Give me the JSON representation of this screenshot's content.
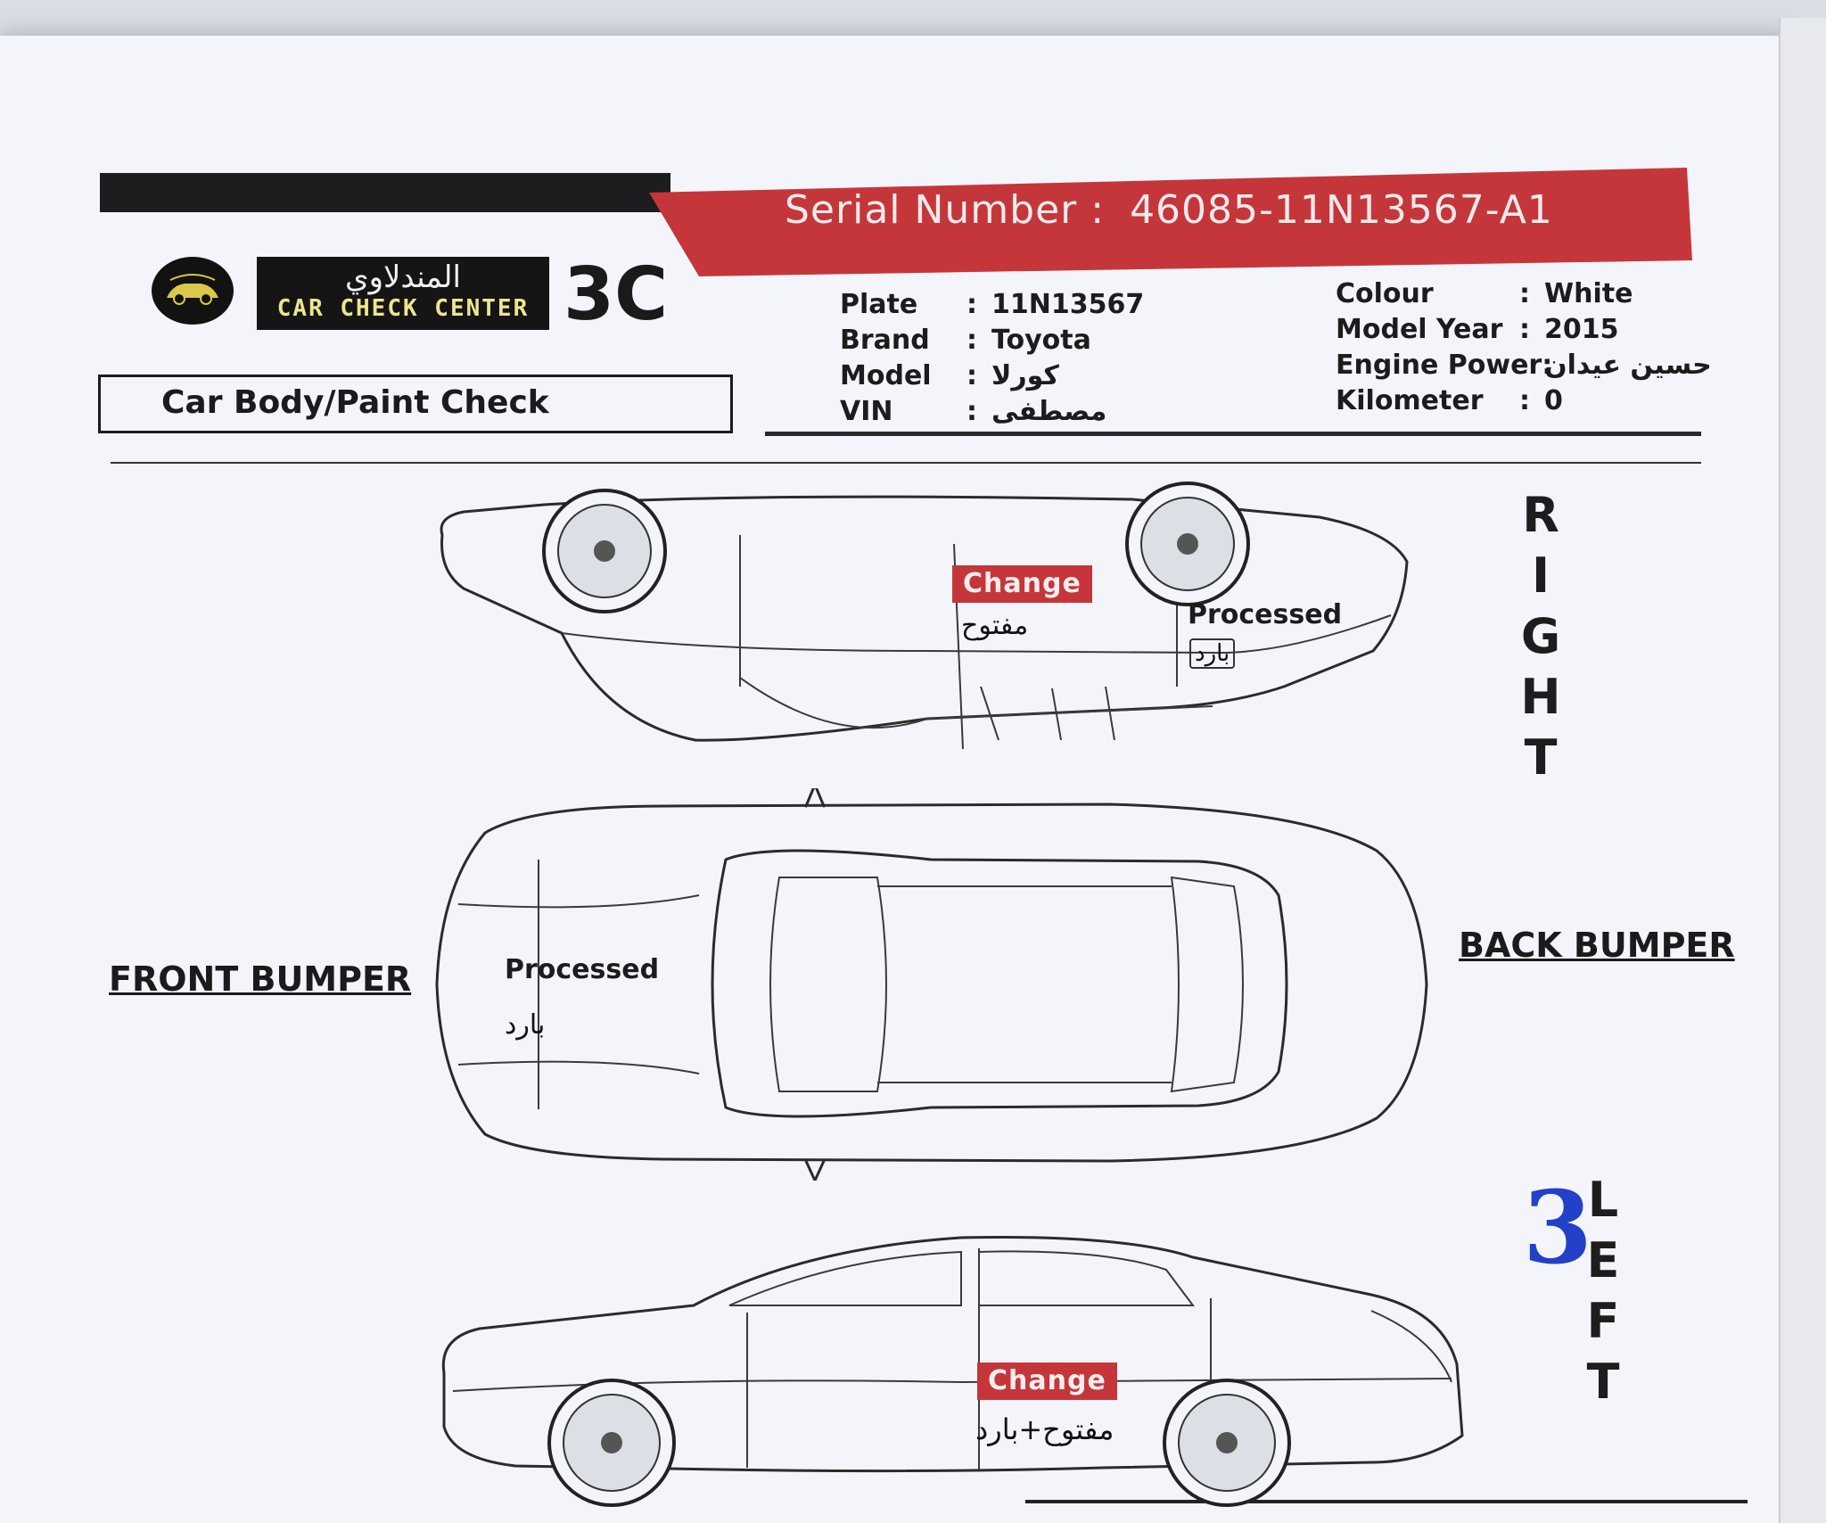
{
  "header": {
    "serial_label": "Serial Number :",
    "serial_value": "46085-11N13567-A1",
    "logo_arabic": "المندلاوي",
    "logo_english": "CAR CHECK CENTER",
    "logo_mark": "3C",
    "check_title": "Car Body/Paint Check"
  },
  "info_left": [
    {
      "key": "Plate",
      "sep": ":",
      "value": "11N13567"
    },
    {
      "key": "Brand",
      "sep": ":",
      "value": "Toyota"
    },
    {
      "key": "Model",
      "sep": ":",
      "value": "كورلا"
    },
    {
      "key": "VIN",
      "sep": ":",
      "value": "مصطفى"
    }
  ],
  "info_right": [
    {
      "key": "Colour",
      "sep": ":",
      "value": "White"
    },
    {
      "key": "Model Year",
      "sep": ":",
      "value": "2015"
    },
    {
      "key": "Engine Power:",
      "sep": "",
      "value": "حسين عيدان"
    },
    {
      "key": "Kilometer",
      "sep": ":",
      "value": "0"
    }
  ],
  "side_labels": {
    "right_letters": [
      "R",
      "I",
      "G",
      "H",
      "T"
    ],
    "left_letters": [
      "L",
      "E",
      "F",
      "T"
    ],
    "front_bumper": "FRONT BUMPER",
    "back_bumper": "BACK BUMPER",
    "handwritten_number": "3"
  },
  "annotations": {
    "right_side_change": "Change",
    "right_side_change_note": "مفتوح",
    "right_side_processed": "Processed",
    "right_side_processed_note": "بارد",
    "top_processed": "Processed",
    "top_processed_note": "بارد",
    "left_side_change": "Change",
    "left_side_change_note": "مفتوح+بارد"
  },
  "colors": {
    "serial_bar": "#c5363b",
    "header_black": "#1d1d1f",
    "change_tag": "#c5363b",
    "ink_blue": "#2340c8",
    "paper": "#f3f5fb"
  },
  "icons": {
    "logo": "car-logo-icon"
  }
}
